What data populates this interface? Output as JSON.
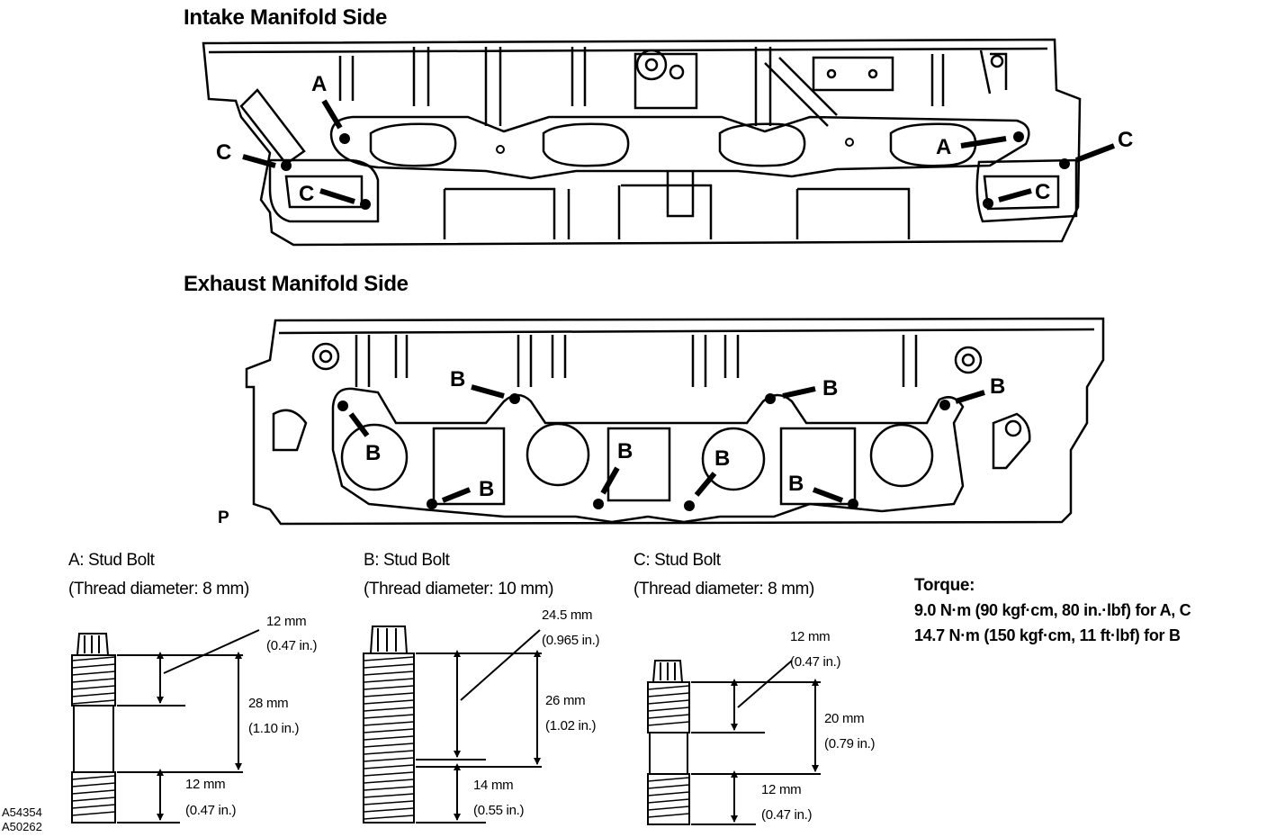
{
  "headings": {
    "intake": "Intake Manifold Side",
    "exhaust": "Exhaust Manifold Side"
  },
  "callouts": {
    "a": "A",
    "b": "B",
    "c": "C",
    "p": "P"
  },
  "studs": [
    {
      "title": "A: Stud Bolt",
      "spec": "(Thread diameter: 8 mm)",
      "dims": [
        {
          "mm": "12 mm",
          "in": "(0.47 in.)"
        },
        {
          "mm": "28 mm",
          "in": "(1.10 in.)"
        },
        {
          "mm": "12 mm",
          "in": "(0.47 in.)"
        }
      ]
    },
    {
      "title": "B: Stud Bolt",
      "spec": "(Thread diameter: 10 mm)",
      "dims": [
        {
          "mm": "24.5 mm",
          "in": "(0.965 in.)"
        },
        {
          "mm": "26 mm",
          "in": "(1.02 in.)"
        },
        {
          "mm": "14 mm",
          "in": "(0.55 in.)"
        }
      ]
    },
    {
      "title": "C: Stud Bolt",
      "spec": "(Thread diameter: 8 mm)",
      "dims": [
        {
          "mm": "12 mm",
          "in": "(0.47 in.)"
        },
        {
          "mm": "20 mm",
          "in": "(0.79 in.)"
        },
        {
          "mm": "12 mm",
          "in": "(0.47 in.)"
        }
      ]
    }
  ],
  "torque": {
    "title": "Torque:",
    "line1": "9.0 N·m (90 kgf·cm, 80 in.·lbf) for A, C",
    "line2": "14.7 N·m (150 kgf·cm, 11 ft·lbf) for B"
  },
  "figure_codes": [
    "A54354",
    "A50262"
  ]
}
